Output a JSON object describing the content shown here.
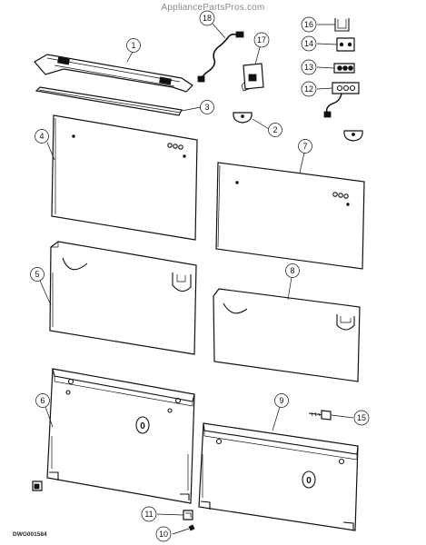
{
  "watermark": "AppliancePartsPros.com",
  "drawing_id": "DWG001584",
  "callouts": [
    {
      "id": "c1",
      "label": "1"
    },
    {
      "id": "c2",
      "label": "2"
    },
    {
      "id": "c3",
      "label": "3"
    },
    {
      "id": "c4",
      "label": "4"
    },
    {
      "id": "c5",
      "label": "5"
    },
    {
      "id": "c6",
      "label": "6"
    },
    {
      "id": "c7",
      "label": "7"
    },
    {
      "id": "c8",
      "label": "8"
    },
    {
      "id": "c9",
      "label": "9"
    },
    {
      "id": "c10",
      "label": "10"
    },
    {
      "id": "c11",
      "label": "11"
    },
    {
      "id": "c12",
      "label": "12"
    },
    {
      "id": "c13",
      "label": "13"
    },
    {
      "id": "c14",
      "label": "14"
    },
    {
      "id": "c15",
      "label": "15"
    },
    {
      "id": "c16",
      "label": "16"
    },
    {
      "id": "c17",
      "label": "17"
    },
    {
      "id": "c18",
      "label": "18"
    }
  ],
  "panel_markings": {
    "panel_6": "0",
    "panel_9": "0"
  }
}
